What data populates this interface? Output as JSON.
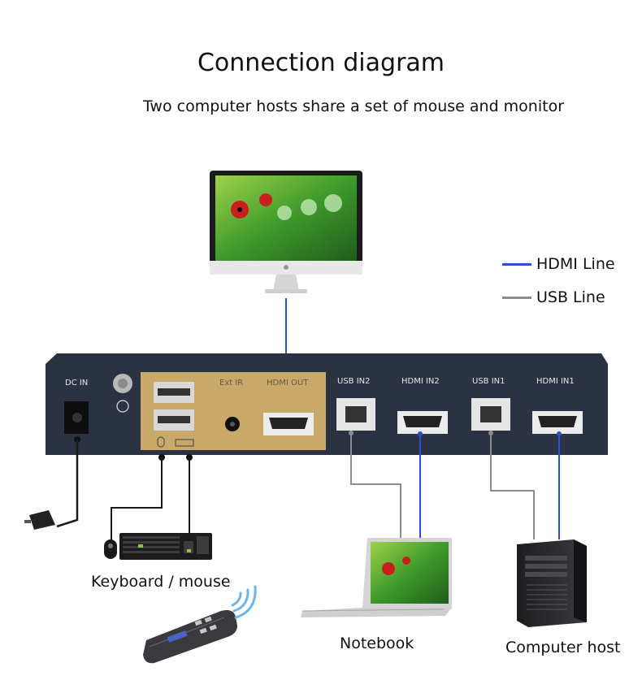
{
  "title": "Connection diagram",
  "subtitle": "Two computer hosts share a set of mouse and monitor",
  "legend": [
    {
      "label": "HDMI Line",
      "color": "#2a4fd6"
    },
    {
      "label": "USB Line",
      "color": "#8c8c8c"
    }
  ],
  "panel_labels": {
    "dc_in": "DC IN",
    "ext_ir": "Ext IR",
    "hdmi_out": "HDMI OUT",
    "usb_in2": "USB IN2",
    "hdmi_in2": "HDMI IN2",
    "usb_in1": "USB IN1",
    "hdmi_in1": "HDMI IN1"
  },
  "captions": {
    "keyboard_mouse": "Keyboard / mouse",
    "notebook": "Notebook",
    "computer_host": "Computer host"
  },
  "colors": {
    "hdmi": "#2a4fd6",
    "usb": "#8c8c8c",
    "device_body": "#2a3242",
    "gold_panel": "#c9a96a"
  }
}
